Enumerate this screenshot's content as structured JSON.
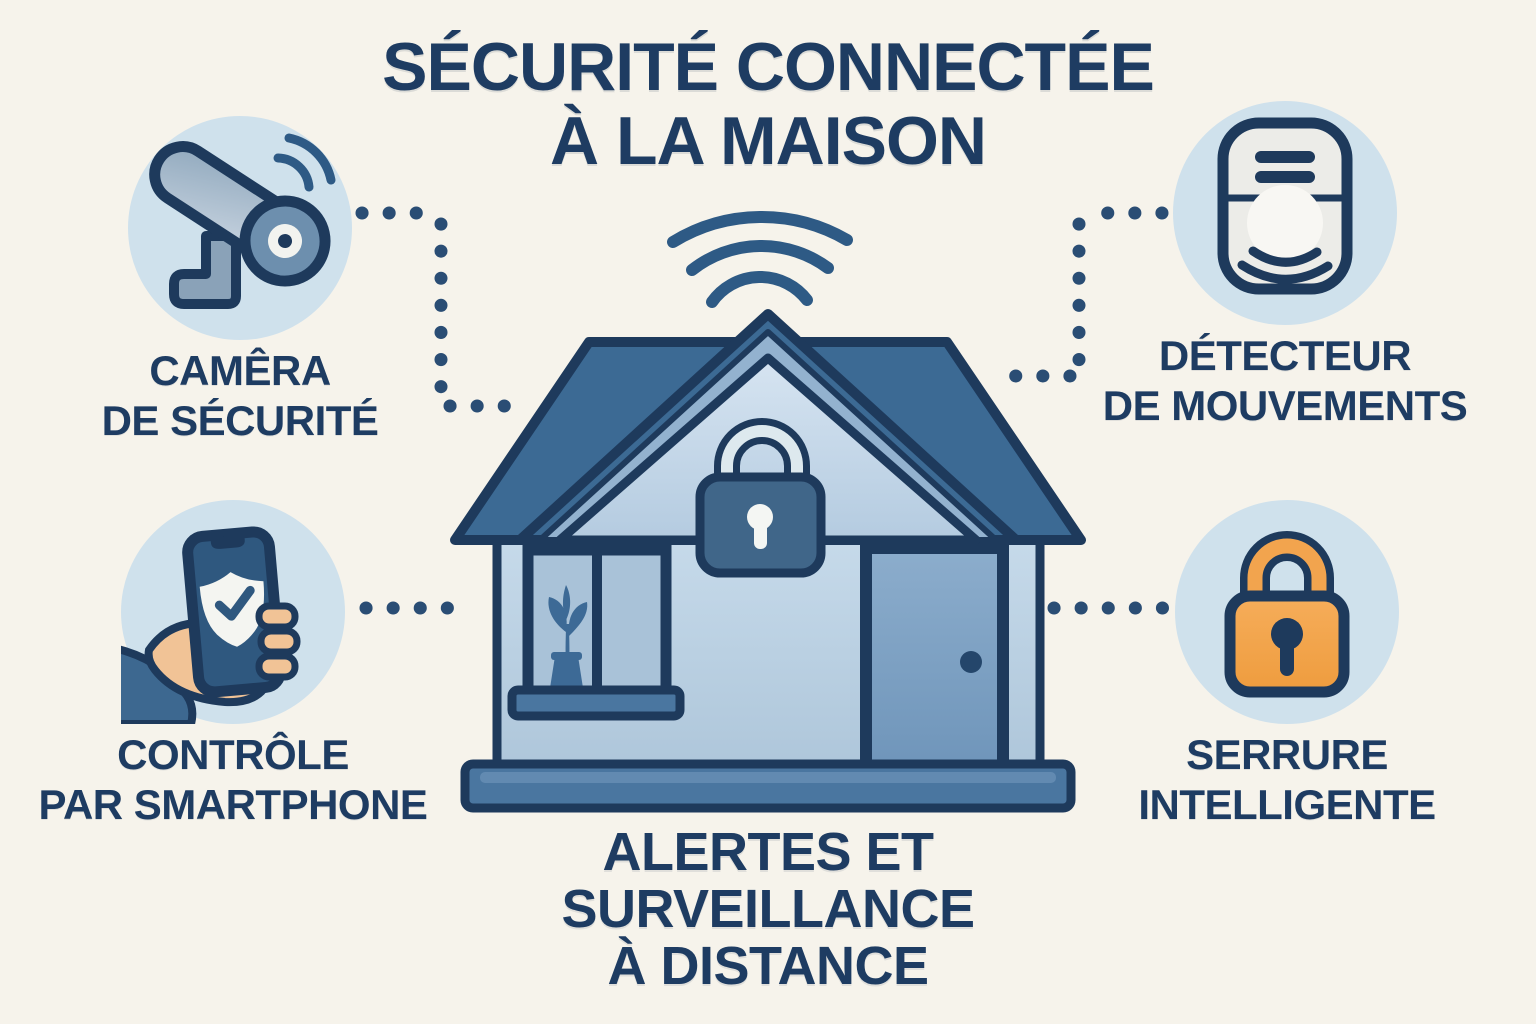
{
  "title": {
    "line1": "SÉCURITÉ CONNECTÉE",
    "line2": "À LA MAISON"
  },
  "features": [
    {
      "id": "camera",
      "icon": "security-camera-icon",
      "label_line1": "CAMÊRA",
      "label_line2": "DE SÉCURITÉ"
    },
    {
      "id": "motion-detector",
      "icon": "motion-detector-icon",
      "label_line1": "DÉTECTEUR",
      "label_line2": "DE MOUVEMENTS"
    },
    {
      "id": "smartphone-control",
      "icon": "smartphone-control-icon",
      "label_line1": "CONTRÔLE",
      "label_line2": "PAR SMARTPHONE"
    },
    {
      "id": "smart-lock",
      "icon": "smart-lock-icon",
      "label_line1": "SERRURE",
      "label_line2": "INTELLIGENTE"
    }
  ],
  "house": {
    "icon": "smart-home-icon",
    "wifi_icon": "wifi-signal-icon",
    "padlock_icon": "padlock-icon"
  },
  "footer": {
    "line1": "ALERTES ET",
    "line2": "SURVEILLANCE",
    "line3": "À DISTANCE"
  },
  "colors": {
    "background": "#f6f3eb",
    "navy": "#1e3a5c",
    "text_navy": "#1e3c62",
    "circle_bg": "#cfe1ec",
    "roof_blue": "#3c6a94",
    "mid_blue": "#4a76a0",
    "accent_orange": "#f2a44e",
    "dot_blue": "#2a4d74",
    "skin": "#f1c396",
    "screen_blue": "#2f587f",
    "wall_light": "#bfd4e6",
    "wave_blue": "#2e5a85"
  }
}
